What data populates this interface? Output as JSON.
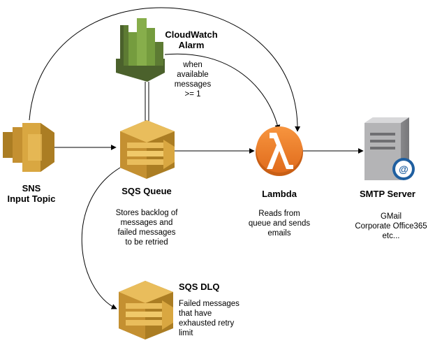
{
  "nodes": {
    "sns": {
      "title": "SNS\nInput Topic",
      "icon": "sns-topic-icon"
    },
    "cloudwatch": {
      "title": "CloudWatch\nAlarm",
      "icon": "cloudwatch-alarm-icon"
    },
    "sqs_queue": {
      "title": "SQS Queue",
      "description": "Stores backlog of\nmessages and\nfailed messages\nto be retried",
      "icon": "sqs-queue-icon"
    },
    "lambda": {
      "title": "Lambda",
      "description": "Reads from\nqueue and sends\nemails",
      "icon": "lambda-icon"
    },
    "smtp": {
      "title": "SMTP Server",
      "description": "GMail\nCorporate Office365\netc...",
      "icon": "smtp-server-icon"
    },
    "sqs_dlq": {
      "title": "SQS DLQ",
      "description": "Failed messages\nthat have\nexhausted retry\nlimit",
      "icon": "sqs-dlq-icon"
    }
  },
  "edges": {
    "alarm_condition": "when\navailable\nmessages\n>= 1"
  },
  "colors": {
    "sqs_gold": "#d9a741",
    "sqs_dark": "#ab7d23",
    "cloudwatch_green": "#759c3e",
    "cloudwatch_dark": "#4b612c",
    "lambda_orange": "#f58536",
    "server_gray": "#8e8e90"
  }
}
